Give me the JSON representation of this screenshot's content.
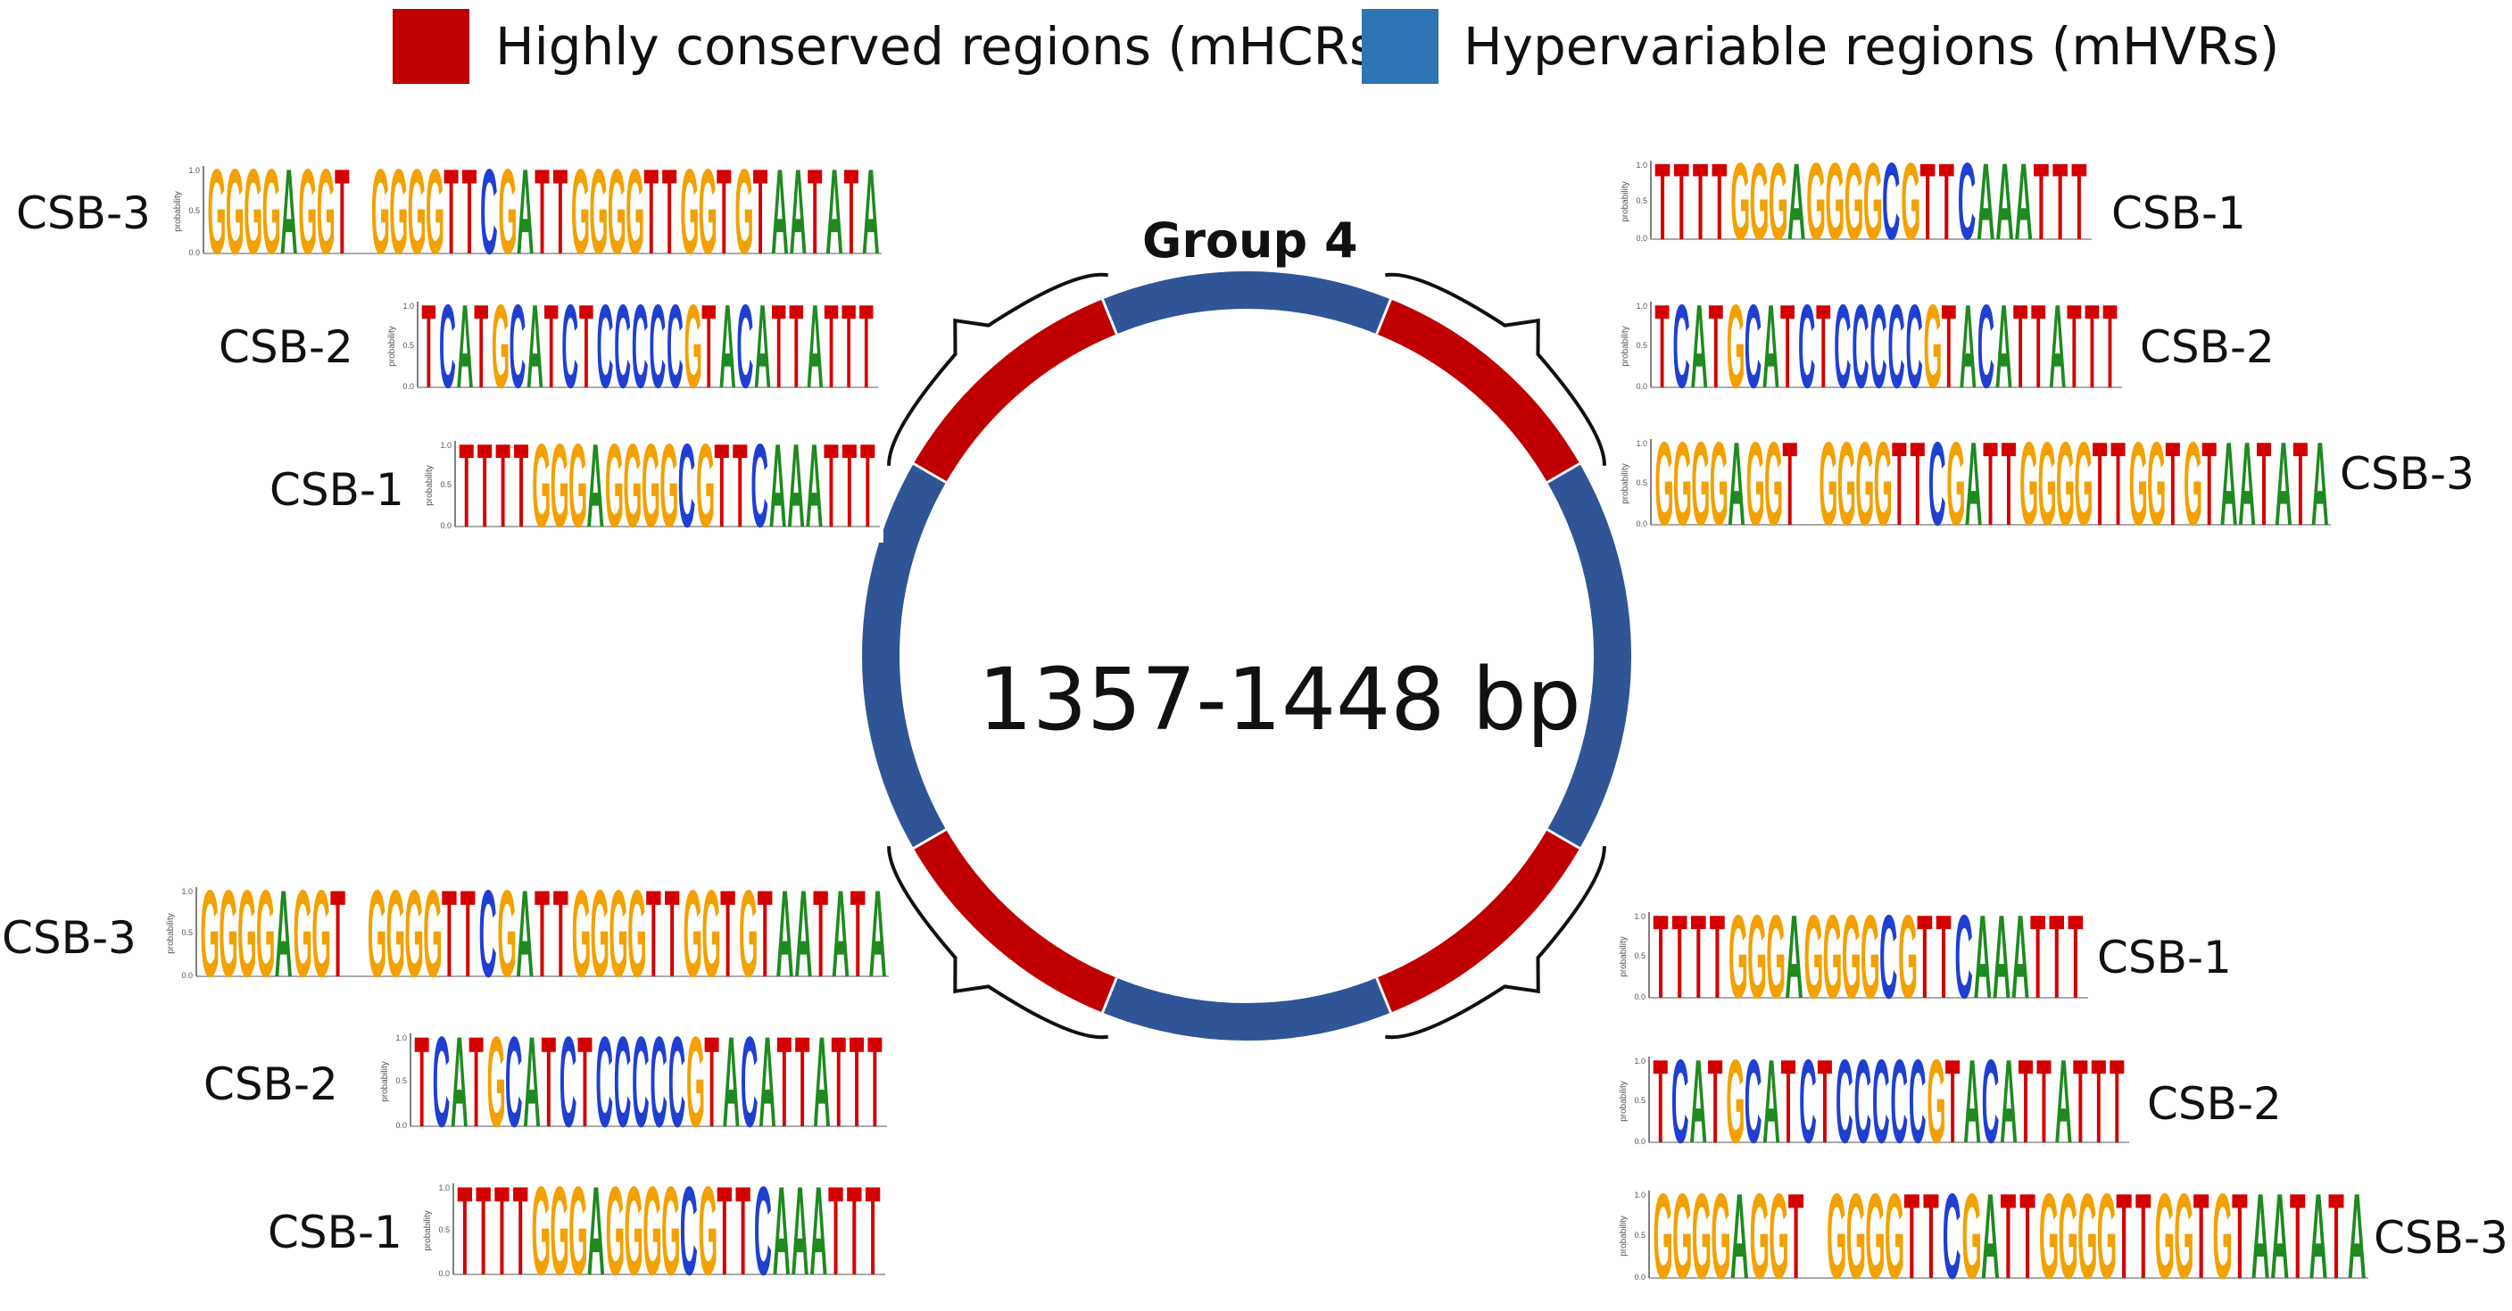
{
  "legend": [
    {
      "label": "Highly conserved regions (mHCRs)",
      "color": "#c00000"
    },
    {
      "label": "Hypervariable regions (mHVRs)",
      "color": "#2e75b6"
    }
  ],
  "colors": {
    "conserved_ring": "#c00000",
    "variable_ring": "#2f5597",
    "A": "#1f8a1f",
    "C": "#1f3fd1",
    "G": "#f2a100",
    "T": "#d40000"
  },
  "center": {
    "title": "Group 4",
    "length": "1357-1448 bp"
  },
  "axis_text": {
    "y_label": "probability",
    "tick_top": "1.0",
    "tick_mid": "0.5",
    "tick_bottom": "0.0"
  },
  "motifs": {
    "csb3": "GGGGAGGT GGGGTTCGATTGGGGTTGGTGTAATATA",
    "csb2": "TCATGCATCTCCCCCGTACATTATTT",
    "csb1": "TTTTGGGAGGGGCGTTCAAATTT"
  },
  "panels": [
    {
      "id": "tl-csb3",
      "label": "CSB-3",
      "motif": "csb3"
    },
    {
      "id": "tl-csb2",
      "label": "CSB-2",
      "motif": "csb2"
    },
    {
      "id": "tl-csb1",
      "label": "CSB-1",
      "motif": "csb1"
    },
    {
      "id": "tr-csb1",
      "label": "CSB-1",
      "motif": "csb1"
    },
    {
      "id": "tr-csb2",
      "label": "CSB-2",
      "motif": "csb2"
    },
    {
      "id": "tr-csb3",
      "label": "CSB-3",
      "motif": "csb3"
    },
    {
      "id": "bl-csb3",
      "label": "CSB-3",
      "motif": "csb3"
    },
    {
      "id": "bl-csb2",
      "label": "CSB-2",
      "motif": "csb2"
    },
    {
      "id": "bl-csb1",
      "label": "CSB-1",
      "motif": "csb1"
    },
    {
      "id": "br-csb1",
      "label": "CSB-1",
      "motif": "csb1"
    },
    {
      "id": "br-csb2",
      "label": "CSB-2",
      "motif": "csb2"
    },
    {
      "id": "br-csb3",
      "label": "CSB-3",
      "motif": "csb3"
    }
  ]
}
